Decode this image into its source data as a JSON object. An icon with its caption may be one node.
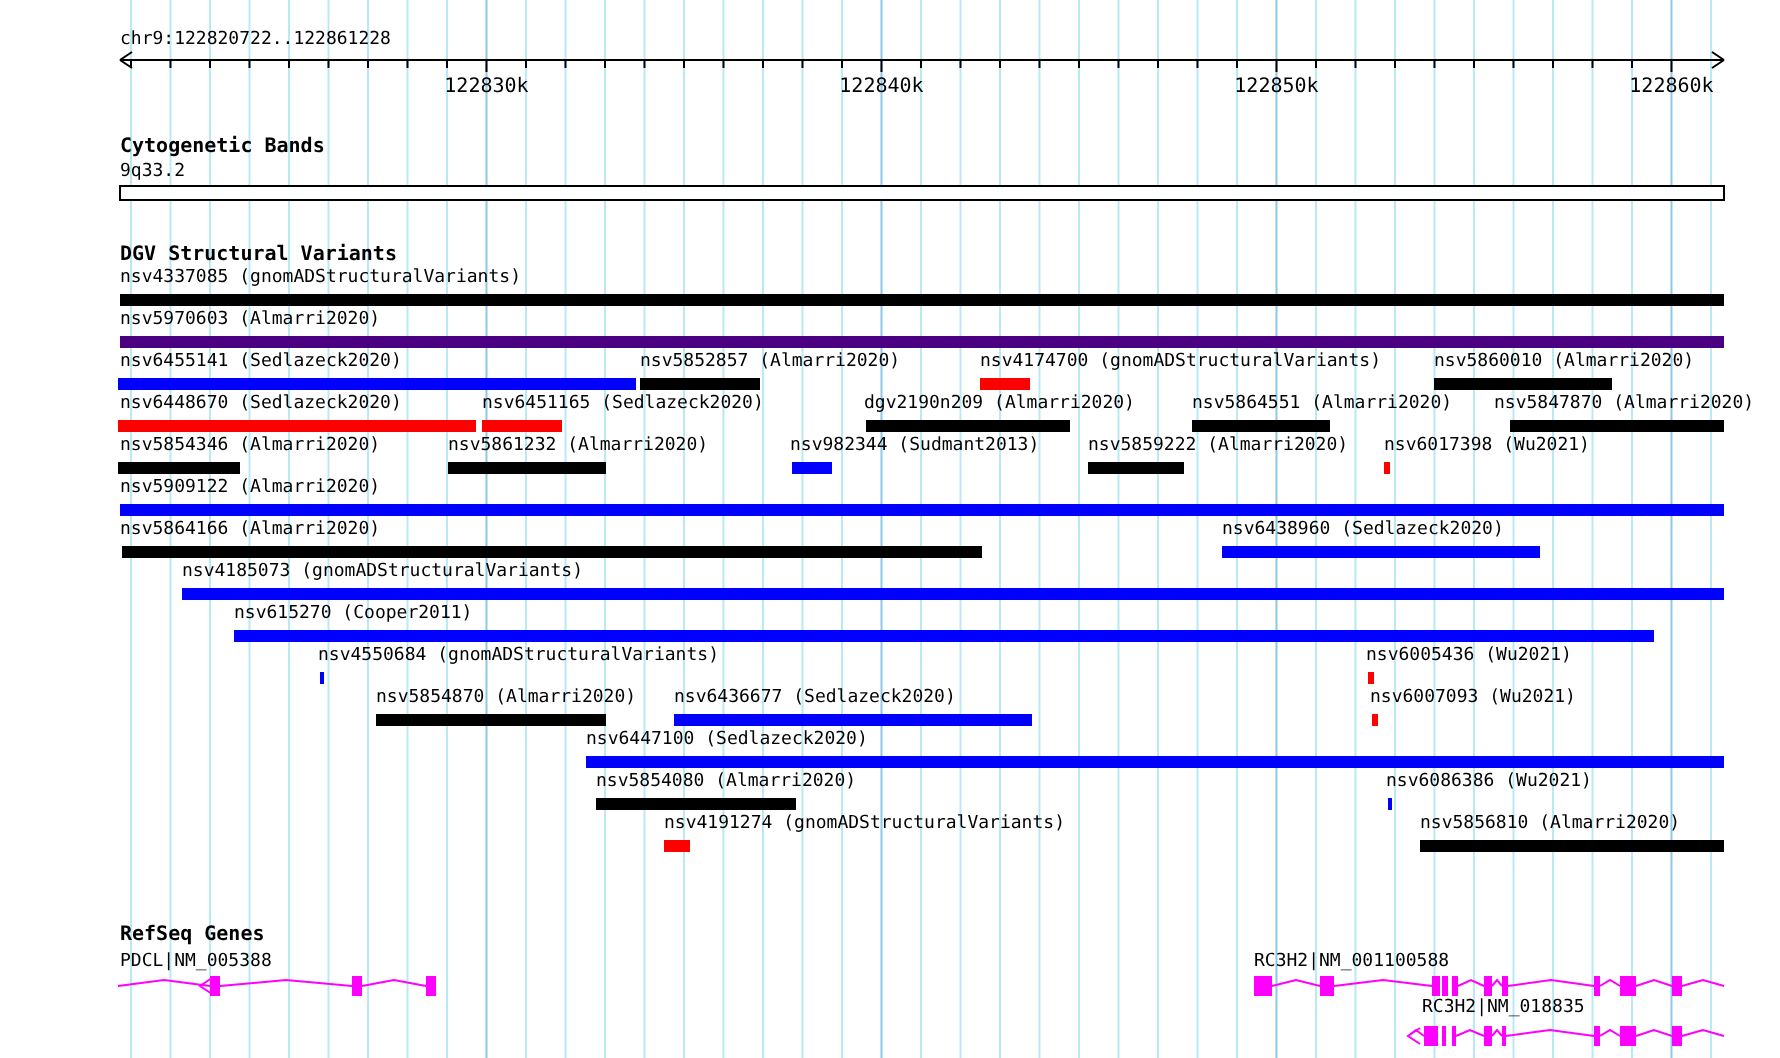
{
  "diagram": {
    "labels": [
      "chr9:122820722..122861228",
      "122830k",
      "122840k",
      "122850k",
      "122860k",
      "Cytogenetic Bands",
      "9q33.2",
      "DGV Structural Variants",
      "nsv4337085 (gnomADStructuralVariants)",
      "nsv5970603 (Almarri2020)",
      "nsv6455141 (Sedlazeck2020)",
      "nsv5852857 (Almarri2020)",
      "nsv4174700 (gnomADStructuralVariants)",
      "nsv5860010 (Almarri2020)",
      "nsv6448670 (Sedlazeck2020)",
      "nsv6451165 (Sedlazeck2020)",
      "dgv2190n209 (Almarri2020)",
      "nsv5864551 (Almarri2020)",
      "nsv5847870 (Almarri2020)",
      "nsv5854346 (Almarri2020)",
      "nsv5861232 (Almarri2020)",
      "nsv982344 (Sudmant2013)",
      "nsv5859222 (Almarri2020)",
      "nsv6017398 (Wu2021)",
      "nsv5909122 (Almarri2020)",
      "nsv5864166 (Almarri2020)",
      "nsv6438960 (Sedlazeck2020)",
      "nsv4185073 (gnomADStructuralVariants)",
      "nsv615270 (Cooper2011)",
      "nsv4550684 (gnomADStructuralVariants)",
      "nsv6005436 (Wu2021)",
      "nsv5854870 (Almarri2020)",
      "nsv6436677 (Sedlazeck2020)",
      "nsv6007093 (Wu2021)",
      "nsv6447100 (Sedlazeck2020)",
      "nsv5854080 (Almarri2020)",
      "nsv6086386 (Wu2021)",
      "nsv4191274 (gnomADStructuralVariants)",
      "nsv5856810 (Almarri2020)",
      "RefSeq Genes",
      "PDCL|NM_005388",
      "RC3H2|NM_001100588",
      "RC3H2|NM_018835"
    ]
  }
}
